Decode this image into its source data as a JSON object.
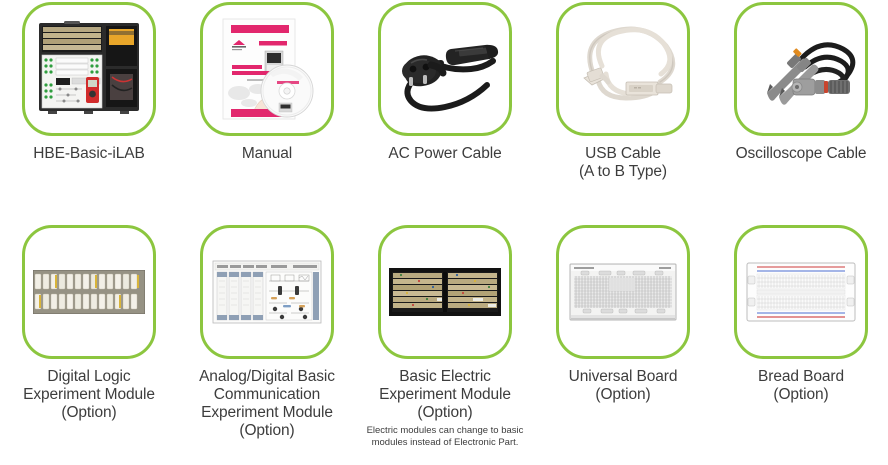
{
  "page": {
    "title": "HBE-Basic-iLAB Product Components",
    "accent_green": "#8cc63f",
    "label_color": "#3d3d3d",
    "background": "#ffffff"
  },
  "rows": [
    {
      "items": [
        {
          "id": "hbe-basic-ilab",
          "image_name": "hbe-basic-ilab-trainer-photo",
          "label_lines": [
            "HBE-Basic-iLAB"
          ],
          "footnote": ""
        },
        {
          "id": "manual",
          "image_name": "manual-book-and-cd-photo",
          "label_lines": [
            "Manual"
          ],
          "footnote": ""
        },
        {
          "id": "ac-power-cable",
          "image_name": "ac-power-cable-photo",
          "label_lines": [
            "AC Power Cable"
          ],
          "footnote": ""
        },
        {
          "id": "usb-cable",
          "image_name": "usb-cable-photo",
          "label_lines": [
            "USB Cable",
            "(A to B Type)"
          ],
          "footnote": ""
        },
        {
          "id": "oscilloscope-cable",
          "image_name": "oscilloscope-cable-photo",
          "label_lines": [
            "Oscilloscope Cable"
          ],
          "footnote": ""
        }
      ]
    },
    {
      "items": [
        {
          "id": "digital-logic-experiment-module",
          "image_name": "digital-logic-experiment-module-photo",
          "label_lines": [
            "Digital Logic",
            "Experiment Module",
            "(Option)"
          ],
          "footnote": ""
        },
        {
          "id": "analog-digital-basic-communication-experiment-module",
          "image_name": "analog-digital-communication-module-photo",
          "label_lines": [
            "Analog/Digital Basic",
            "Communication",
            "Experiment Module",
            "(Option)"
          ],
          "footnote": ""
        },
        {
          "id": "basic-electric-experiment-module",
          "image_name": "basic-electric-experiment-module-photo",
          "label_lines": [
            "Basic Electric",
            "Experiment Module",
            "(Option)"
          ],
          "footnote": "Electric modules can change to basic modules instead of Electronic Part."
        },
        {
          "id": "universal-board",
          "image_name": "universal-board-photo",
          "label_lines": [
            "Universal Board",
            "(Option)"
          ],
          "footnote": ""
        },
        {
          "id": "bread-board",
          "image_name": "bread-board-photo",
          "label_lines": [
            "Bread Board",
            "(Option)"
          ],
          "footnote": ""
        }
      ]
    }
  ]
}
